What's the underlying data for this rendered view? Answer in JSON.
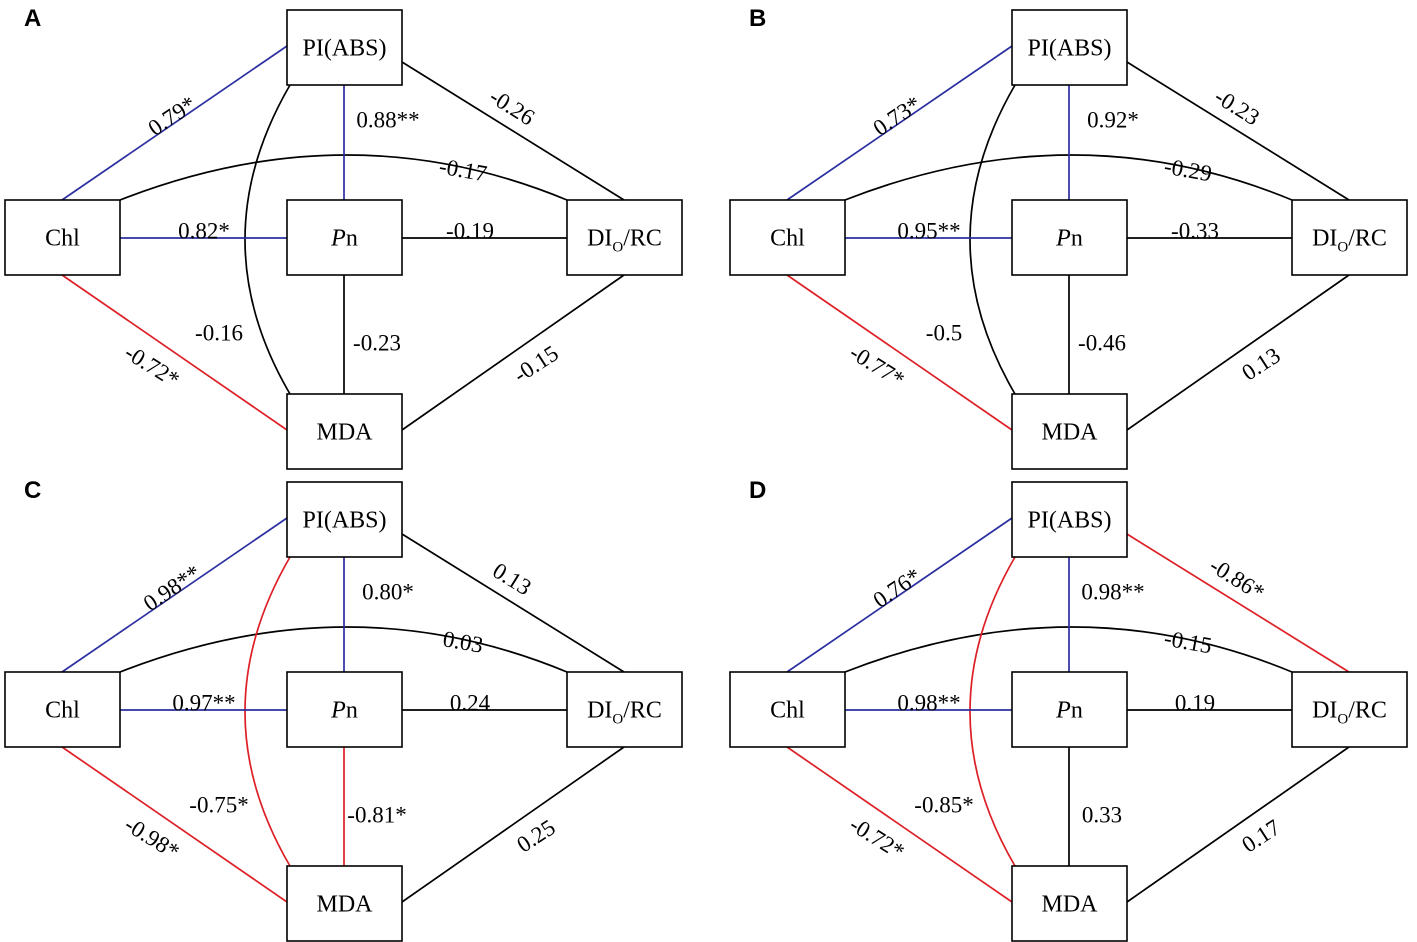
{
  "colors": {
    "positive_significant": "#2b2fa0",
    "negative_significant": "#dd1f26",
    "not_significant": "#000000"
  },
  "nodes": {
    "pi": "PI(ABS)",
    "chl": "Chl",
    "pn_italic": "P",
    "pn_rest": "n",
    "di_main": "DI",
    "di_sub": "O",
    "di_rest": "/RC",
    "mda": "MDA"
  },
  "panels": [
    {
      "letter": "A",
      "edges": {
        "chl_pi": {
          "label": "0.79*",
          "color": "blue"
        },
        "pi_pn": {
          "label": "0.88**",
          "color": "blue"
        },
        "pi_di": {
          "label": "-0.26",
          "color": "black"
        },
        "chl_di": {
          "label": "-0.17",
          "color": "black"
        },
        "chl_pn": {
          "label": "0.82*",
          "color": "blue"
        },
        "pn_di": {
          "label": "-0.19",
          "color": "black"
        },
        "pi_mda": {
          "label": "-0.16",
          "color": "black"
        },
        "pn_mda": {
          "label": "-0.23",
          "color": "black"
        },
        "chl_mda": {
          "label": "-0.72*",
          "color": "red"
        },
        "di_mda": {
          "label": "-0.15",
          "color": "black"
        }
      }
    },
    {
      "letter": "B",
      "edges": {
        "chl_pi": {
          "label": "0.73*",
          "color": "blue"
        },
        "pi_pn": {
          "label": "0.92*",
          "color": "blue"
        },
        "pi_di": {
          "label": "-0.23",
          "color": "black"
        },
        "chl_di": {
          "label": "-0.29",
          "color": "black"
        },
        "chl_pn": {
          "label": "0.95**",
          "color": "blue"
        },
        "pn_di": {
          "label": "-0.33",
          "color": "black"
        },
        "pi_mda": {
          "label": "-0.5",
          "color": "black"
        },
        "pn_mda": {
          "label": "-0.46",
          "color": "black"
        },
        "chl_mda": {
          "label": "-0.77*",
          "color": "red"
        },
        "di_mda": {
          "label": "0.13",
          "color": "black"
        }
      }
    },
    {
      "letter": "C",
      "edges": {
        "chl_pi": {
          "label": "0.98**",
          "color": "blue"
        },
        "pi_pn": {
          "label": "0.80*",
          "color": "blue"
        },
        "pi_di": {
          "label": "0.13",
          "color": "black"
        },
        "chl_di": {
          "label": "0.03",
          "color": "black"
        },
        "chl_pn": {
          "label": "0.97**",
          "color": "blue"
        },
        "pn_di": {
          "label": "0.24",
          "color": "black"
        },
        "pi_mda": {
          "label": "-0.75*",
          "color": "red"
        },
        "pn_mda": {
          "label": "-0.81*",
          "color": "red"
        },
        "chl_mda": {
          "label": "-0.98*",
          "color": "red"
        },
        "di_mda": {
          "label": "0.25",
          "color": "black"
        }
      }
    },
    {
      "letter": "D",
      "edges": {
        "chl_pi": {
          "label": "0.76*",
          "color": "blue"
        },
        "pi_pn": {
          "label": "0.98**",
          "color": "blue"
        },
        "pi_di": {
          "label": "-0.86*",
          "color": "red"
        },
        "chl_di": {
          "label": "-0.15",
          "color": "black"
        },
        "chl_pn": {
          "label": "0.98**",
          "color": "blue"
        },
        "pn_di": {
          "label": "0.19",
          "color": "black"
        },
        "pi_mda": {
          "label": "-0.85*",
          "color": "red"
        },
        "pn_mda": {
          "label": "0.33",
          "color": "black"
        },
        "chl_mda": {
          "label": "-0.72*",
          "color": "red"
        },
        "di_mda": {
          "label": "0.17",
          "color": "black"
        }
      }
    }
  ]
}
